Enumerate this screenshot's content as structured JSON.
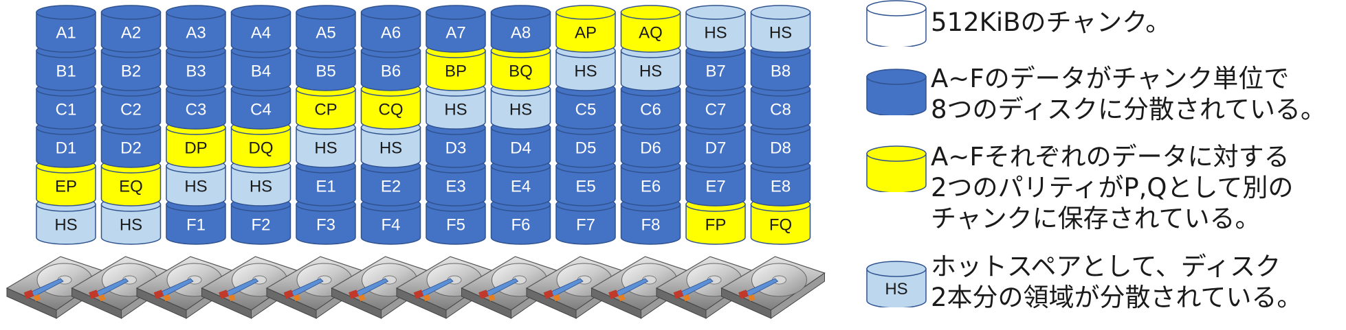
{
  "colors": {
    "data": "#4472C4",
    "parity": "#FFFF00",
    "hotspare": "#BDD7EE",
    "chunk": "#FFFFFF",
    "edge": "#2F528F"
  },
  "disk_columns": [
    [
      "A1",
      "B1",
      "C1",
      "D1",
      "EP",
      "HS"
    ],
    [
      "A2",
      "B2",
      "C2",
      "D2",
      "EQ",
      "HS"
    ],
    [
      "A3",
      "B3",
      "C3",
      "DP",
      "HS",
      "F1"
    ],
    [
      "A4",
      "B4",
      "C4",
      "DQ",
      "HS",
      "F2"
    ],
    [
      "A5",
      "B5",
      "CP",
      "HS",
      "E1",
      "F3"
    ],
    [
      "A6",
      "B6",
      "CQ",
      "HS",
      "E2",
      "F4"
    ],
    [
      "A7",
      "BP",
      "HS",
      "D3",
      "E3",
      "F5"
    ],
    [
      "A8",
      "BQ",
      "HS",
      "D4",
      "E4",
      "F6"
    ],
    [
      "AP",
      "HS",
      "C5",
      "D5",
      "E5",
      "F7"
    ],
    [
      "AQ",
      "HS",
      "C6",
      "D6",
      "E6",
      "F8"
    ],
    [
      "HS",
      "B7",
      "C7",
      "D7",
      "E7",
      "FP"
    ],
    [
      "HS",
      "B8",
      "C8",
      "D8",
      "E8",
      "FQ"
    ]
  ],
  "drives": {
    "count": 12,
    "icon": "hard-disk-drive-icon"
  },
  "legend": [
    {
      "kind": "chunk",
      "icon_label": "",
      "lines": [
        "512KiBのチャンク。"
      ]
    },
    {
      "kind": "data",
      "icon_label": "",
      "lines": [
        "A~Fのデータがチャンク単位で",
        "8つのディスクに分散されている。"
      ]
    },
    {
      "kind": "parity",
      "icon_label": "",
      "lines": [
        "A~Fそれぞれのデータに対する",
        "2つのパリティがP,Qとして別の",
        "チャンクに保存されている。"
      ]
    },
    {
      "kind": "hotspare",
      "icon_label": "HS",
      "lines": [
        "ホットスペアとして、ディスク",
        "2本分の領域が分散されている。"
      ]
    }
  ]
}
